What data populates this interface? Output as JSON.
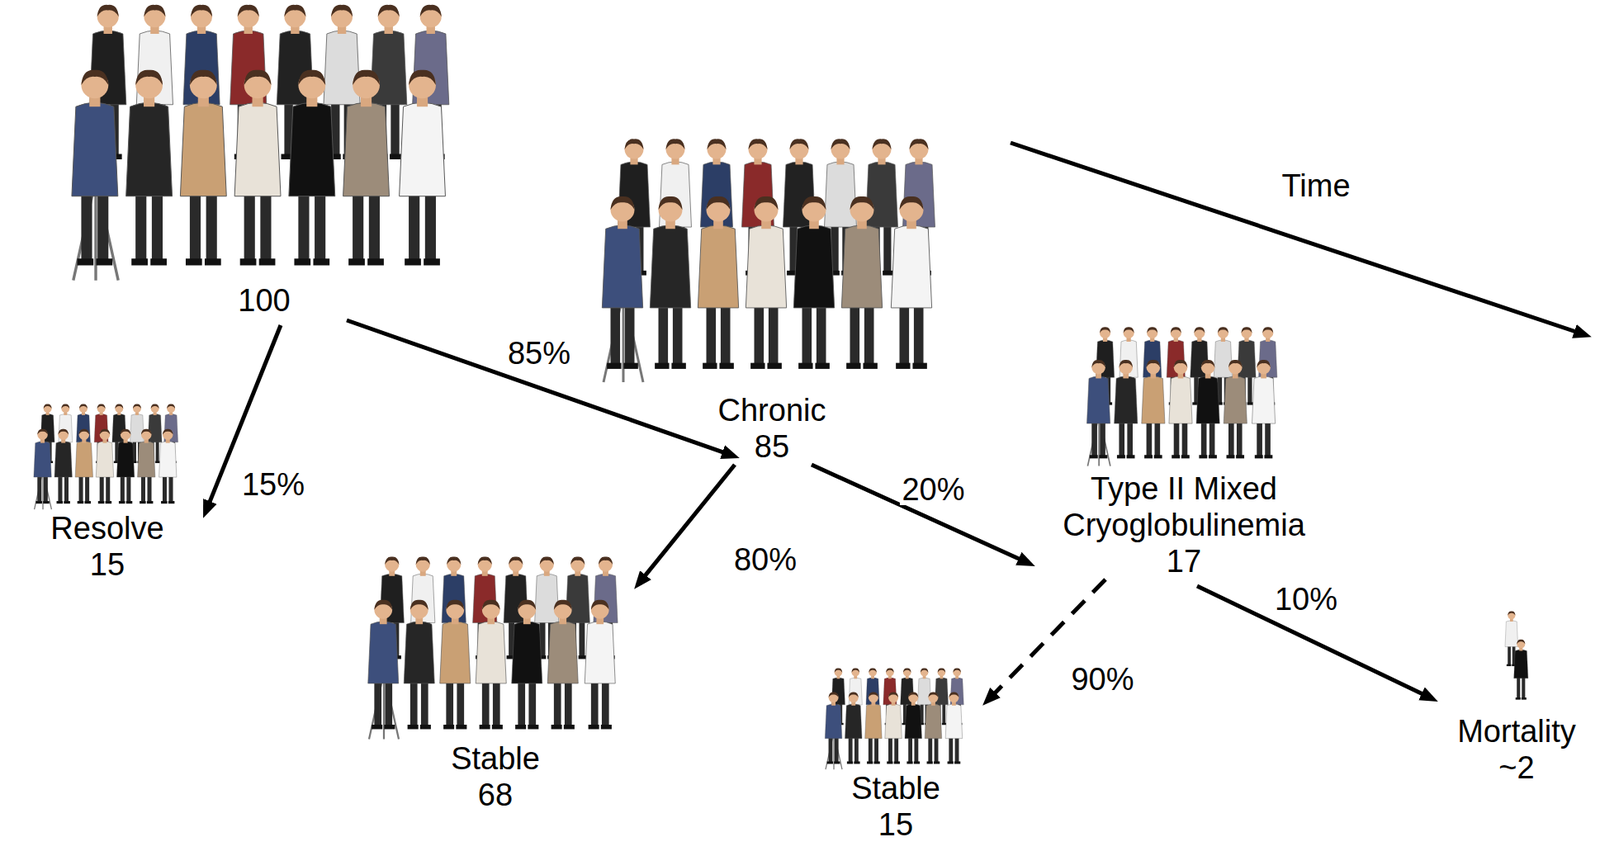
{
  "diagram": {
    "nodes": [
      {
        "text": [
          "100"
        ]
      },
      {
        "text": [
          "Resolve",
          "15"
        ]
      },
      {
        "text": [
          "Chronic",
          "85"
        ]
      },
      {
        "text": [
          "Stable",
          "68"
        ]
      },
      {
        "text": [
          "Type II Mixed Cryoglobulinemia",
          "17"
        ]
      },
      {
        "text": [
          "Stable",
          "15"
        ]
      },
      {
        "text": [
          "Mortality",
          "~2"
        ]
      }
    ],
    "edges": [
      {
        "from": 0,
        "to": 1,
        "label": "15%",
        "arrow": "to"
      },
      {
        "from": 0,
        "to": 2,
        "label": "85%",
        "arrow": "to"
      },
      {
        "from": 2,
        "to": 3,
        "label": "80%",
        "arrow": "to"
      },
      {
        "from": 2,
        "to": 4,
        "label": "20%",
        "arrow": "to"
      },
      {
        "from": 4,
        "to": 5,
        "label": "90%",
        "arrow": "to"
      },
      {
        "from": 4,
        "to": 6,
        "label": "10%",
        "arrow": "to"
      }
    ],
    "labels": [
      "Time"
    ]
  }
}
